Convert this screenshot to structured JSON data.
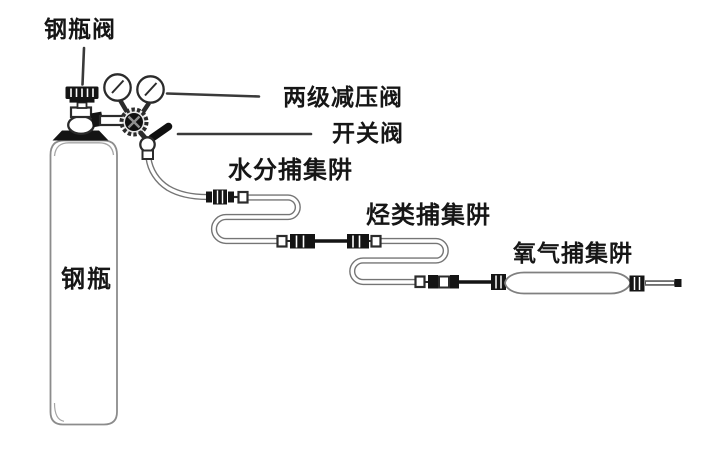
{
  "diagram": {
    "labels": {
      "cylinder_valve": "钢瓶阀",
      "regulator": "两级减压阀",
      "switch_valve": "开关阀",
      "moisture_trap": "水分捕集阱",
      "hydrocarbon_trap": "烃类捕集阱",
      "oxygen_trap": "氧气捕集阱",
      "cylinder": "钢瓶"
    },
    "colors": {
      "background": "#ffffff",
      "ink": "#2b2b2b",
      "fill_dark": "#141414",
      "tube_outline": "#757575",
      "cylinder_outline": "#8c8c8c",
      "text": "#161616"
    }
  }
}
